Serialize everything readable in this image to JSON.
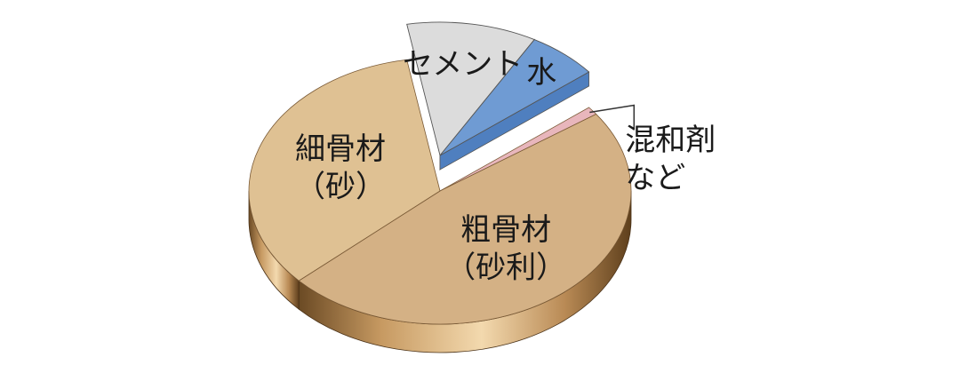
{
  "chart_data": {
    "type": "pie",
    "style": "3d-exploded",
    "title": "",
    "slices": [
      {
        "name": "セメント",
        "label_lines": [
          "セメント"
        ],
        "value": 11,
        "color": "#dcdcdc",
        "exploded": true
      },
      {
        "name": "水",
        "label_lines": [
          "水"
        ],
        "value": 6,
        "color": "#6f9bd3",
        "exploded": true
      },
      {
        "name": "混和剤など",
        "label_lines": [
          "混和剤",
          "など"
        ],
        "value": 1,
        "color": "#e8b6bc",
        "exploded": false,
        "callout": true
      },
      {
        "name": "粗骨材（砂利）",
        "label_lines": [
          "粗骨材",
          "（砂利）"
        ],
        "value": 48,
        "color": "#d4b185",
        "exploded": false
      },
      {
        "name": "細骨材（砂）",
        "label_lines": [
          "細骨材",
          "（砂）"
        ],
        "value": 34,
        "color": "#dfc193",
        "exploded": false
      }
    ],
    "legend": "none",
    "grid": false
  }
}
